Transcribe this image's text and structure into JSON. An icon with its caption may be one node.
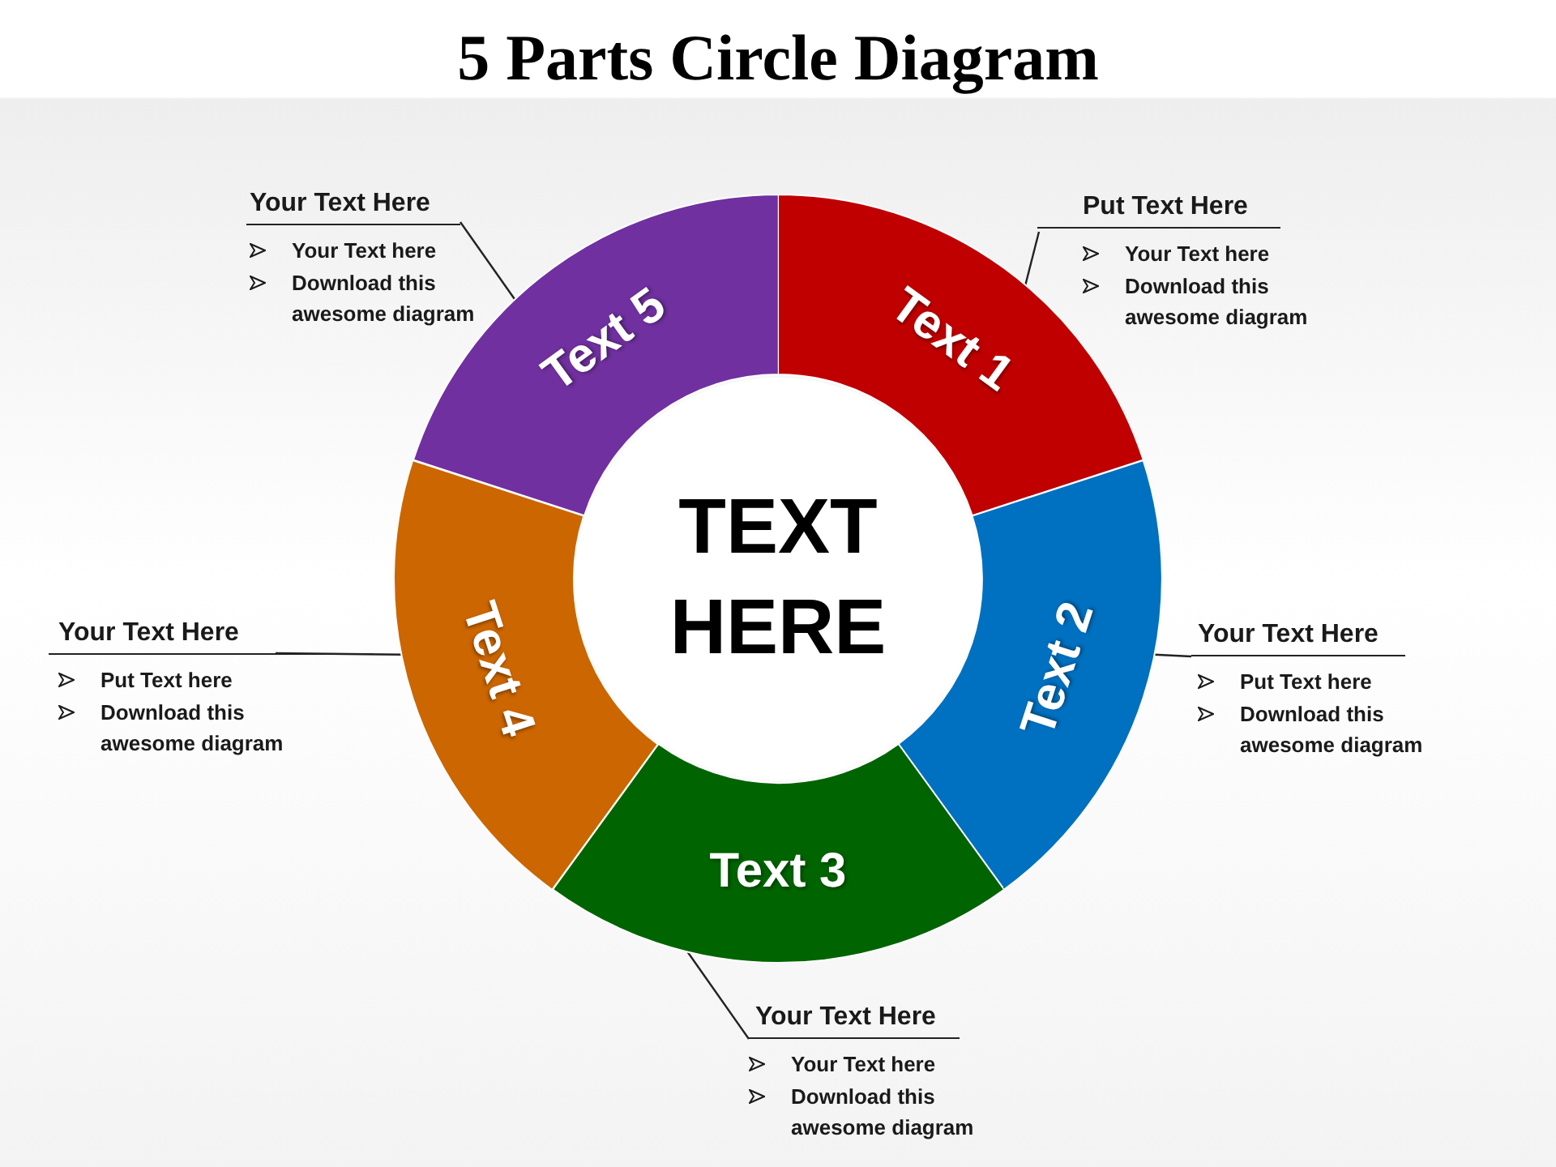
{
  "diagram": {
    "title": "5 Parts Circle Diagram",
    "nodes": [
      {
        "text": [
          "Your Text Here",
          "Your Text here",
          "Download this awesome diagram"
        ]
      },
      {
        "text": [
          "Put Text Here",
          "Your Text here",
          "Download this awesome diagram"
        ]
      },
      {
        "text": [
          "Text 5"
        ]
      },
      {
        "text": [
          "Text 1"
        ]
      },
      {
        "text": [
          "TEXT HERE"
        ]
      },
      {
        "text": [
          "Your Text Here",
          "Put Text here",
          "Download this awesome diagram"
        ]
      },
      {
        "text": [
          "Text 4"
        ]
      },
      {
        "text": [
          "Text 2"
        ]
      },
      {
        "text": [
          "Your Text Here",
          "Put Text here",
          "Download this awesome diagram"
        ]
      },
      {
        "text": [
          "Text 3"
        ]
      },
      {
        "text": [
          "Your Text Here",
          "Your Text here",
          "Download this awesome diagram"
        ]
      }
    ],
    "edges": [
      {
        "from": 0,
        "to": 2,
        "arrow": "none"
      },
      {
        "from": 1,
        "to": 3,
        "arrow": "none"
      },
      {
        "from": 5,
        "to": 6,
        "arrow": "none"
      },
      {
        "from": 8,
        "to": 7,
        "arrow": "none"
      },
      {
        "from": 10,
        "to": 9,
        "arrow": "none"
      }
    ]
  }
}
